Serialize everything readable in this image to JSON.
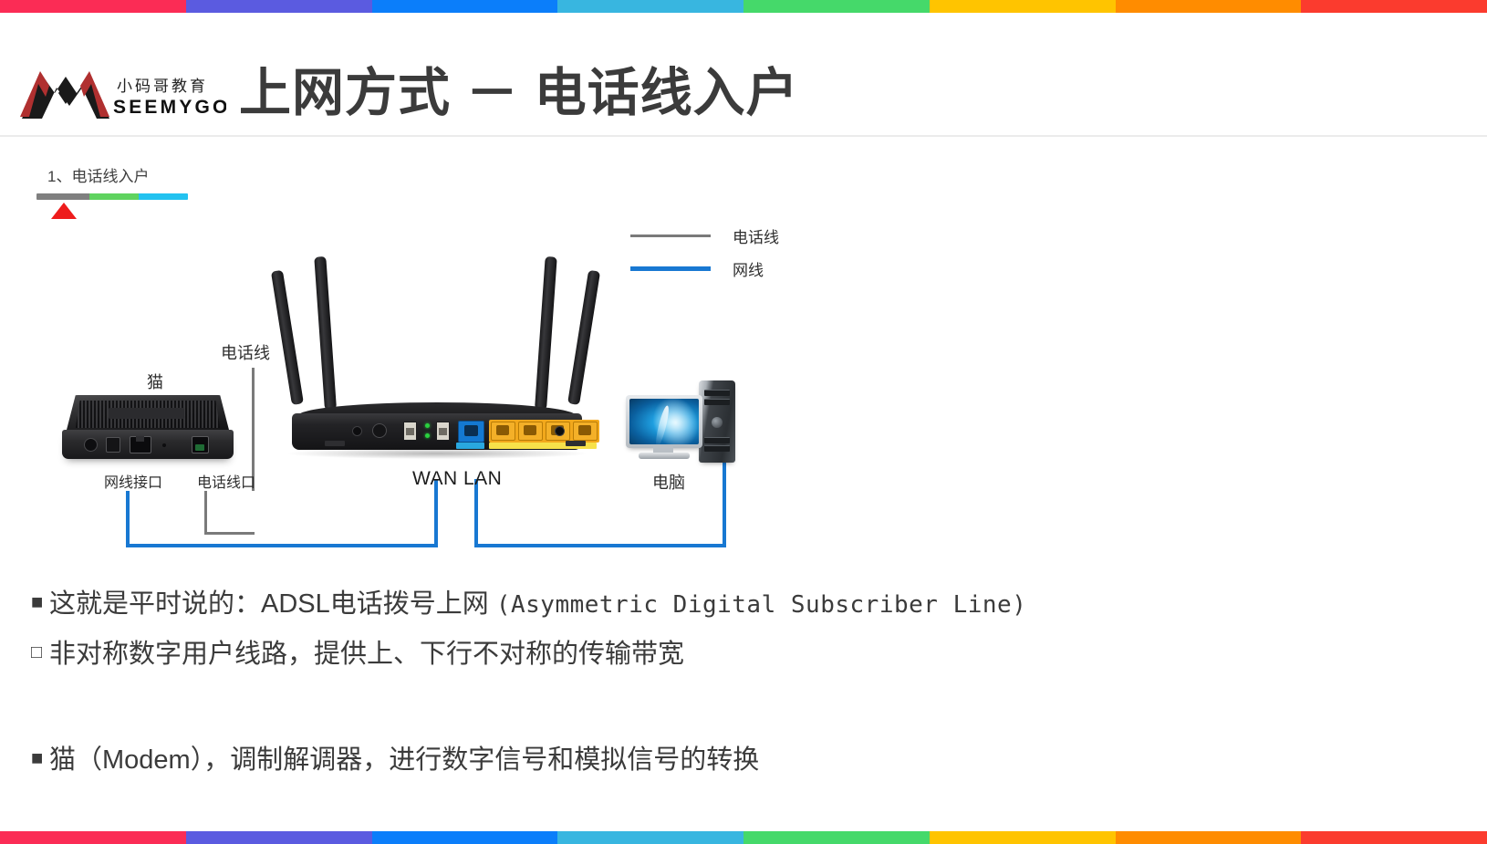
{
  "theme": {
    "accent_bar_colors": [
      "#fb2c55",
      "#5b5be0",
      "#0b7efa",
      "#38b6e0",
      "#45d96a",
      "#ffc400",
      "#ff8c00",
      "#fb3b2e"
    ],
    "title_color": "#3b3b3b",
    "phone_line_color": "#7a7a7a",
    "lan_line_color": "#1878d2",
    "marker_color": "#ee1c1c",
    "segment_colors": [
      "#7f7f7f",
      "#5fd35f",
      "#23c2f0"
    ]
  },
  "header": {
    "logo_cn": "小码哥教育",
    "logo_en": "SEEMYGO",
    "title": "上网方式 － 电话线入户"
  },
  "section": {
    "label": "1、电话线入户"
  },
  "legend": {
    "items": [
      {
        "label": "电话线",
        "style": "phone"
      },
      {
        "label": "网线",
        "style": "lan"
      }
    ]
  },
  "diagram": {
    "modem": {
      "name": "猫",
      "port_lan": "网线接口",
      "port_phone": "电话线口"
    },
    "cable_label": "电话线",
    "router": {
      "wan": "WAN",
      "lan": "LAN"
    },
    "computer": {
      "name": "电脑"
    }
  },
  "bullets": [
    {
      "mark": "■",
      "mark_style": "solid",
      "text_cn": "这就是平时说的：ADSL电话拨号上网 ",
      "text_mono": "(Asymmetric Digital Subscriber Line)"
    },
    {
      "mark": "□",
      "mark_style": "hollow",
      "text_cn": "非对称数字用户线路，提供上、下行不对称的传输带宽",
      "text_mono": ""
    },
    {
      "mark": "■",
      "mark_style": "solid",
      "text_cn": "猫（Modem），调制解调器，进行数字信号和模拟信号的转换",
      "text_mono": ""
    }
  ]
}
